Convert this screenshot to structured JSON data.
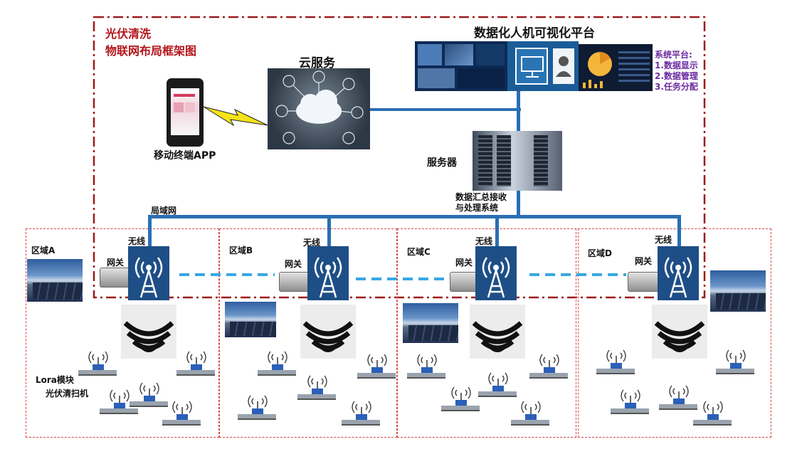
{
  "title": {
    "line1": "光伏清洗",
    "line2": "物联网布局框架图"
  },
  "cloud": {
    "label": "云服务"
  },
  "mobile": {
    "label": "移动终端APP"
  },
  "platform": {
    "title": "数据化人机可视化平台"
  },
  "system": {
    "heading": "系统平台:",
    "items": [
      "1.数据显示",
      "2.数据管理",
      "3.任务分配"
    ]
  },
  "server": {
    "label": "服务器",
    "caption_line1": "数据汇总接收",
    "caption_line2": "与处理系统"
  },
  "lan": {
    "label": "局域网"
  },
  "zones": [
    {
      "label": "区域A",
      "wireless": "无线",
      "gateway": "网关"
    },
    {
      "label": "区域B",
      "wireless": "无线",
      "gateway": "网关"
    },
    {
      "label": "区域C",
      "wireless": "无线",
      "gateway": "网关"
    },
    {
      "label": "区域D",
      "wireless": "无线",
      "gateway": "网关"
    }
  ],
  "legend": {
    "lora": "Lora模块",
    "cleaner": "光伏清扫机"
  },
  "colors": {
    "border_red": "#9e1a1a",
    "title_red": "#b3151a",
    "link_blue": "#2a6fb4",
    "dash_cyan": "#38a8e0",
    "tower_blue": "#1e4e86",
    "purple": "#6a2aa0"
  }
}
